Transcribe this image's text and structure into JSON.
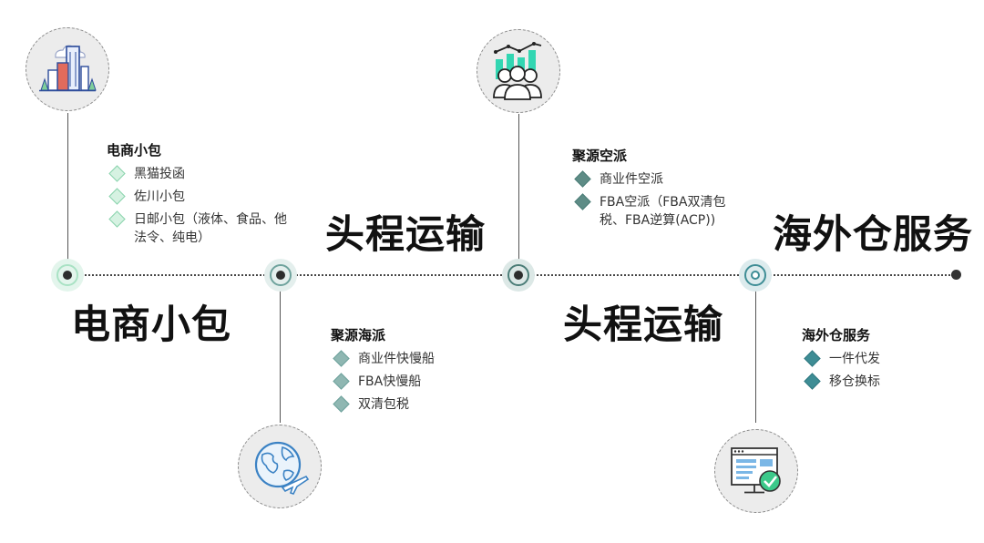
{
  "colors": {
    "light_green": "#a9e2c4",
    "teal_gray": "#6fa39d",
    "dark_teal": "#4b7d77",
    "teal_blue": "#3e8d95"
  },
  "icons": {
    "icon1": "city-buildings-icon",
    "icon2": "globe-airplane-icon",
    "icon3": "team-growth-chart-icon",
    "icon4": "web-page-check-icon"
  },
  "big_titles": {
    "t1": "电商小包",
    "t2": "头程运输",
    "t3": "头程运输",
    "t4": "海外仓服务"
  },
  "sections": {
    "s1": {
      "title": "电商小包",
      "items": [
        "黑猫投函",
        "佐川小包",
        "日邮小包（液体、食品、他法令、纯电）"
      ]
    },
    "s2": {
      "title": "聚源海派",
      "items": [
        "商业件快慢船",
        "FBA快慢船",
        "双清包税"
      ]
    },
    "s3": {
      "title": "聚源空派",
      "items": [
        "商业件空派",
        "FBA空派（FBA双清包税、FBA逆算(ACP))"
      ]
    },
    "s4": {
      "title": "海外仓服务",
      "items": [
        "一件代发",
        "移仓换标"
      ]
    }
  }
}
